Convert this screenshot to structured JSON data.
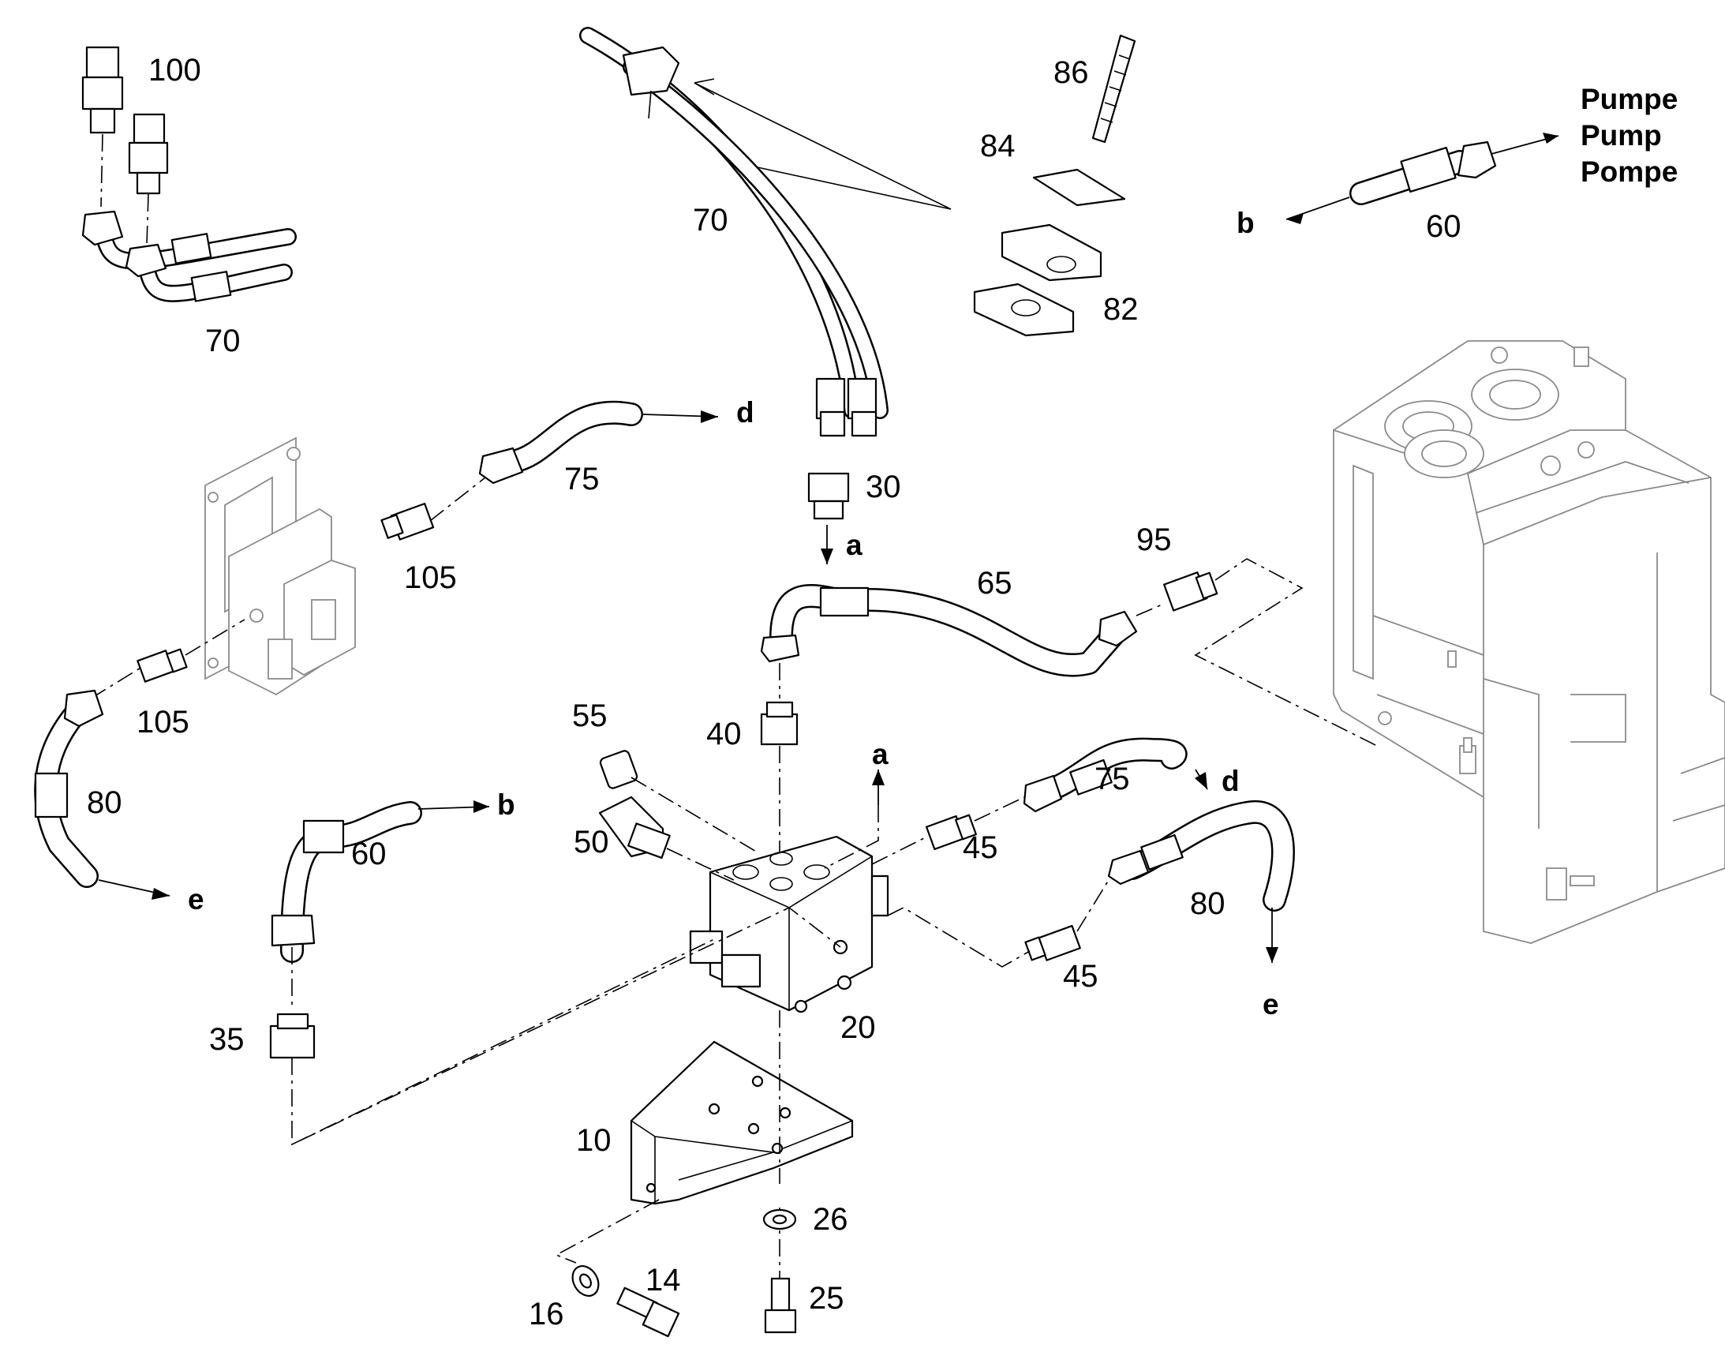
{
  "diagram": {
    "pump_labels": [
      "Pumpe",
      "Pump",
      "Pompe"
    ],
    "part_numbers": {
      "p100": "100",
      "p70_top_left": "70",
      "p70_top": "70",
      "p86": "86",
      "p84": "84",
      "p82": "82",
      "p60_top": "60",
      "p75_upper": "75",
      "p105_upper": "105",
      "p105_lower": "105",
      "p30": "30",
      "p95": "95",
      "p65": "65",
      "p80_left": "80",
      "p55": "55",
      "p40": "40",
      "p50": "50",
      "p60_mid": "60",
      "p75_right": "75",
      "p45_upper": "45",
      "p45_lower": "45",
      "p80_right": "80",
      "p35": "35",
      "p20": "20",
      "p10": "10",
      "p26": "26",
      "p14": "14",
      "p16": "16",
      "p25": "25"
    },
    "connection_letters": {
      "d_upper": "d",
      "b_top": "b",
      "a_upper": "a",
      "a_lower": "a",
      "b_mid": "b",
      "d_right": "d",
      "e_left": "e",
      "e_right": "e"
    }
  }
}
